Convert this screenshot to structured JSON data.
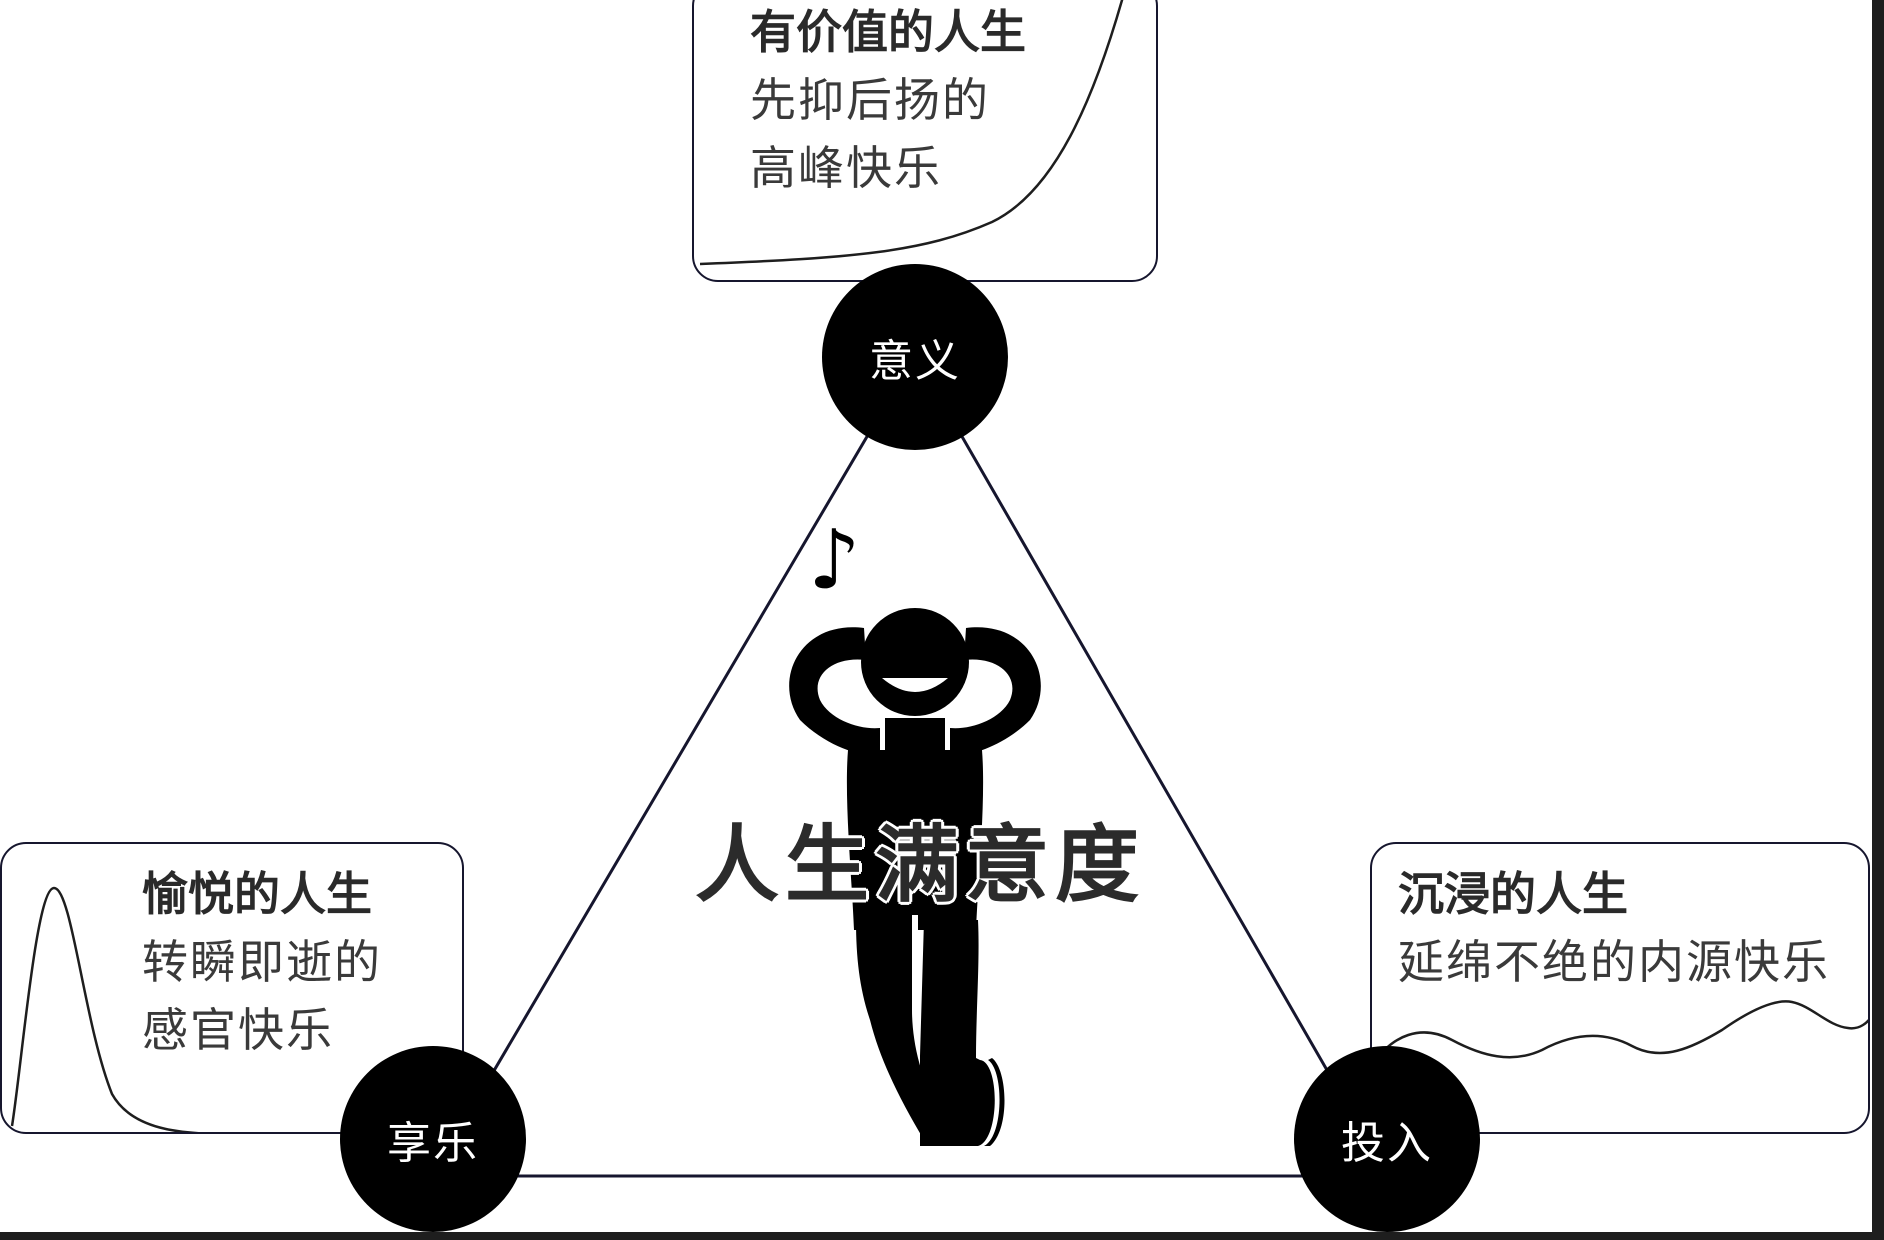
{
  "center_title": "人生满意度",
  "nodes": {
    "top": "意义",
    "left": "享乐",
    "right": "投入"
  },
  "cards": {
    "meaning": {
      "title": "有价值的人生",
      "lines": [
        "先抑后扬的",
        "高峰快乐"
      ]
    },
    "pleasure": {
      "title": "愉悦的人生",
      "lines": [
        "转瞬即逝的",
        "感官快乐"
      ]
    },
    "engagement": {
      "title": "沉浸的人生",
      "lines": [
        "延绵不绝的内源快乐"
      ]
    }
  },
  "music_note": "♪",
  "colors": {
    "line": "#16162e",
    "node": "#000000",
    "text": "#2a2a2a"
  }
}
